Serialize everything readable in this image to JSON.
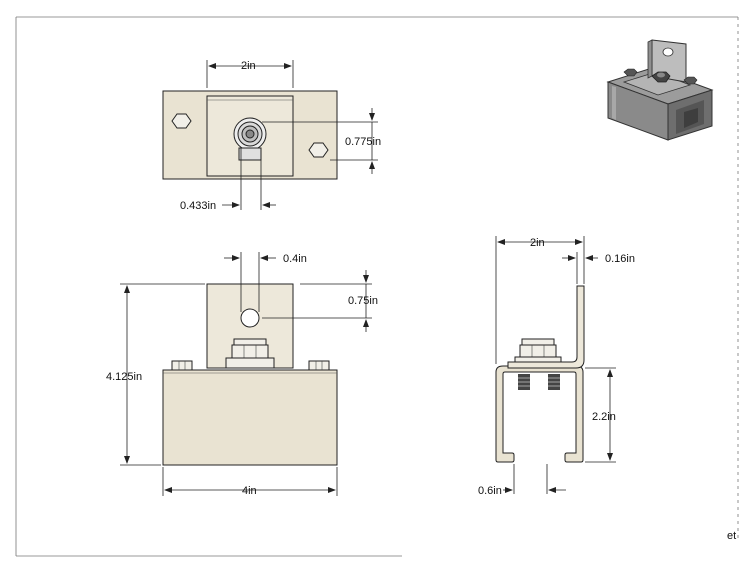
{
  "drawing": {
    "top_view": {
      "width_label": "2in",
      "hole_offset_label": "0.775in",
      "hole_spacing_label": "0.433in"
    },
    "front_view": {
      "tab_hole_label": "0.4in",
      "tab_hole_height_label": "0.75in",
      "overall_height_label": "4.125in",
      "overall_width_label": "4in"
    },
    "side_view": {
      "width_label": "2in",
      "thickness_label": "0.16in",
      "channel_height_label": "2.2in",
      "opening_label": "0.6in"
    },
    "title_block": {
      "sheet_fragment": "et"
    },
    "colors": {
      "line": "#222222",
      "part_fill": "#e9e3d2",
      "part_fill_dark": "#d6cfba",
      "nut_fill": "#f1efe8",
      "iso_steel": "#9a9a9a"
    }
  }
}
